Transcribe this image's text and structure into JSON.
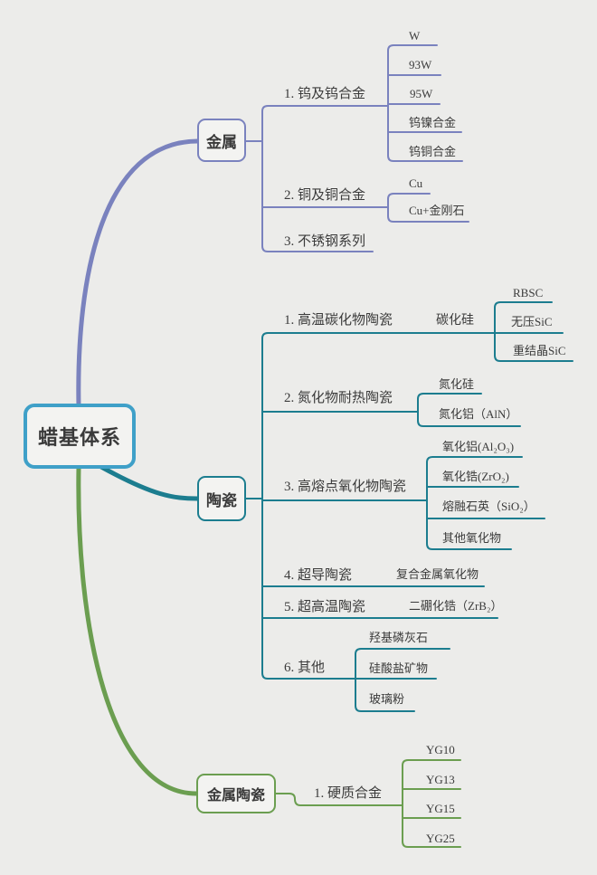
{
  "page": {
    "background": "#ECECEA",
    "type": "mindmap"
  },
  "root": {
    "label": "蜡基体系",
    "border_color": "#3FA0C8"
  },
  "branches": [
    {
      "label": "金属",
      "color": "#7A82BE",
      "items": [
        {
          "label": "1. 钨及钨合金",
          "children": [
            {
              "label": "W"
            },
            {
              "label": "93W"
            },
            {
              "label": "95W"
            },
            {
              "label": "钨镍合金"
            },
            {
              "label": "钨铜合金"
            }
          ]
        },
        {
          "label": "2. 铜及铜合金",
          "children": [
            {
              "label": "Cu"
            },
            {
              "label": "Cu+金刚石"
            }
          ]
        },
        {
          "label": "3. 不锈钢系列",
          "children": []
        }
      ]
    },
    {
      "label": "陶瓷",
      "color": "#1C7D8F",
      "items": [
        {
          "label": "1. 高温碳化物陶瓷",
          "mid": "碳化硅",
          "children": [
            {
              "label": "RBSC"
            },
            {
              "label": "无压SiC"
            },
            {
              "label": "重结晶SiC"
            }
          ]
        },
        {
          "label": "2. 氮化物耐热陶瓷",
          "children": [
            {
              "label": "氮化硅"
            },
            {
              "label": "氮化铝（AlN）"
            }
          ]
        },
        {
          "label": "3. 高熔点氧化物陶瓷",
          "children": [
            {
              "label": "氧化铝(Al₂O₃)"
            },
            {
              "label": "氧化锆(ZrO₂)"
            },
            {
              "label": "熔融石英（SiO₂）"
            },
            {
              "label": "其他氧化物"
            }
          ]
        },
        {
          "label": "4. 超导陶瓷",
          "children": [
            {
              "label": "复合金属氧化物"
            }
          ]
        },
        {
          "label": "5. 超高温陶瓷",
          "children": [
            {
              "label": "二硼化锆（ZrB₂）"
            }
          ]
        },
        {
          "label": "6. 其他",
          "children": [
            {
              "label": "羟基磷灰石"
            },
            {
              "label": "硅酸盐矿物"
            },
            {
              "label": "玻璃粉"
            }
          ]
        }
      ]
    },
    {
      "label": "金属陶瓷",
      "color": "#6B9E50",
      "items": [
        {
          "label": "1. 硬质合金",
          "children": [
            {
              "label": "YG10"
            },
            {
              "label": "YG13"
            },
            {
              "label": "YG15"
            },
            {
              "label": "YG25"
            }
          ]
        }
      ]
    }
  ]
}
